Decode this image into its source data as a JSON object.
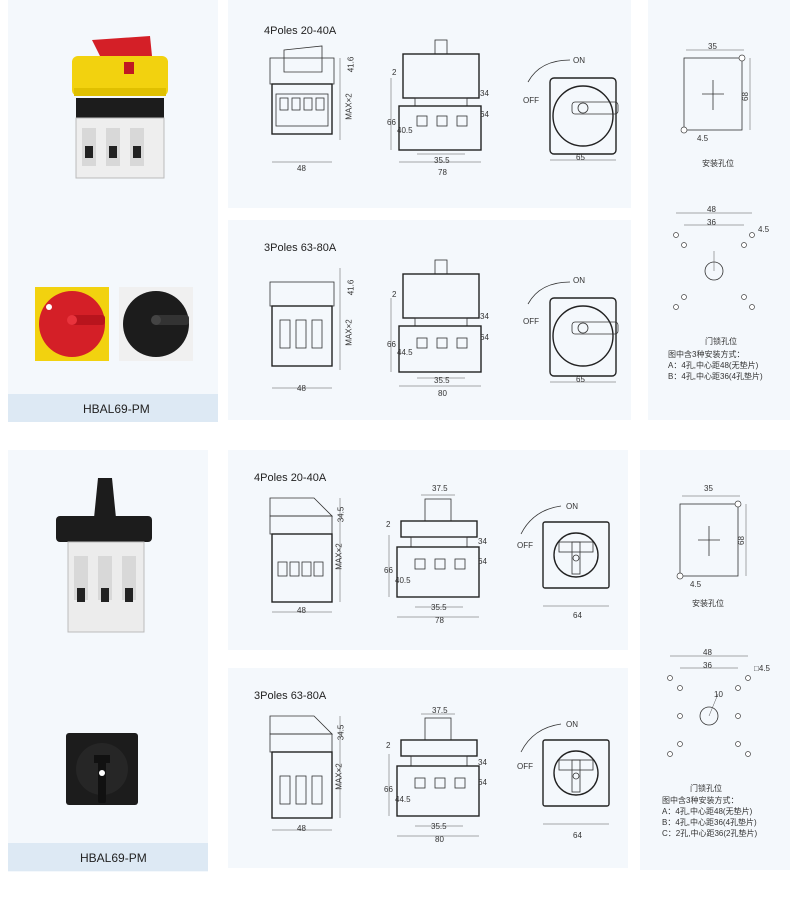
{
  "sections": [
    {
      "model": "HBAL69-PM",
      "rows": [
        {
          "title": "4Poles   20-40A",
          "side_dims": [
            "41.6",
            "MAX×2"
          ],
          "width": "48",
          "center_top": "2",
          "center_left": [
            "66",
            "40.5"
          ],
          "center_right": [
            "34",
            "64"
          ],
          "center_bottom": [
            "35.5",
            "78"
          ],
          "on": "ON",
          "off": "OFF",
          "front_width": "65"
        },
        {
          "title": "3Poles   63-80A",
          "side_dims": [
            "41.6",
            "MAX×2"
          ],
          "width": "48",
          "center_top": "2",
          "center_left": [
            "66",
            "44.5"
          ],
          "center_right": [
            "34",
            "64"
          ],
          "center_bottom": [
            "35.5",
            "80"
          ],
          "on": "ON",
          "off": "OFF",
          "front_width": "65"
        }
      ],
      "mount": {
        "dims": [
          "35",
          "68",
          "4.5"
        ],
        "caption": "安装孔位"
      },
      "door": {
        "dims": [
          "48",
          "36",
          "4.5"
        ],
        "caption": "门锁孔位",
        "notes": [
          "图中含3种安装方式：",
          "A：4孔,中心距48(无垫片)",
          "B：4孔,中心距36(4孔垫片)"
        ]
      }
    },
    {
      "model": "HBAL69-PM",
      "rows": [
        {
          "title": "4Poles   20-40A",
          "side_dims": [
            "34.5",
            "MAX×2"
          ],
          "width": "48",
          "center_top": "37.5",
          "center_tick": "2",
          "center_left": [
            "66",
            "40.5"
          ],
          "center_right": [
            "34",
            "64"
          ],
          "center_bottom": [
            "35.5",
            "78"
          ],
          "on": "ON",
          "off": "OFF",
          "front_width": "64"
        },
        {
          "title": "3Poles   63-80A",
          "side_dims": [
            "34.5",
            "MAX×2"
          ],
          "width": "48",
          "center_top": "37.5",
          "center_tick": "2",
          "center_left": [
            "66",
            "44.5"
          ],
          "center_right": [
            "34",
            "64"
          ],
          "center_bottom": [
            "35.5",
            "80"
          ],
          "on": "ON",
          "off": "OFF",
          "front_width": "64"
        }
      ],
      "mount": {
        "dims": [
          "35",
          "68",
          "4.5"
        ],
        "caption": "安装孔位"
      },
      "door": {
        "dims": [
          "48",
          "36",
          "□4.5",
          "10"
        ],
        "caption": "门锁孔位",
        "notes": [
          "图中含3种安装方式：",
          "A：4孔,中心距48(无垫片)",
          "B：4孔,中心距36(4孔垫片)",
          "C：2孔,中心距36(2孔垫片)"
        ]
      }
    }
  ],
  "colors": {
    "yellow": "#f2d20f",
    "red": "#d41f27",
    "black": "#1c1c1c",
    "panel": "#f4f8fc",
    "band": "#dde9f4"
  },
  "icons": [
    "rotary-handle-red-yellow",
    "rotary-handle-black"
  ]
}
